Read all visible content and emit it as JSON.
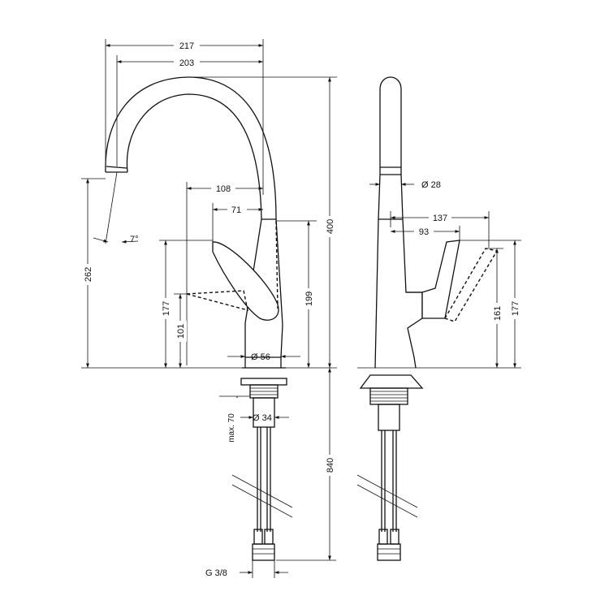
{
  "dimensions": {
    "width_217": "217",
    "width_203": "203",
    "reach_108": "108",
    "reach_71": "71",
    "angle_7": "7°",
    "height_262": "262",
    "height_177_left": "177",
    "height_101": "101",
    "height_199": "199",
    "height_400": "400",
    "base_dia_56": "Ø 56",
    "spout_dia_28": "Ø 28",
    "lever_137": "137",
    "lever_93": "93",
    "height_161": "161",
    "height_177_right": "177",
    "shank_dia_34": "Ø 34",
    "max_70": "max. 70",
    "hose_840": "840",
    "thread_g38": "G 3/8"
  }
}
